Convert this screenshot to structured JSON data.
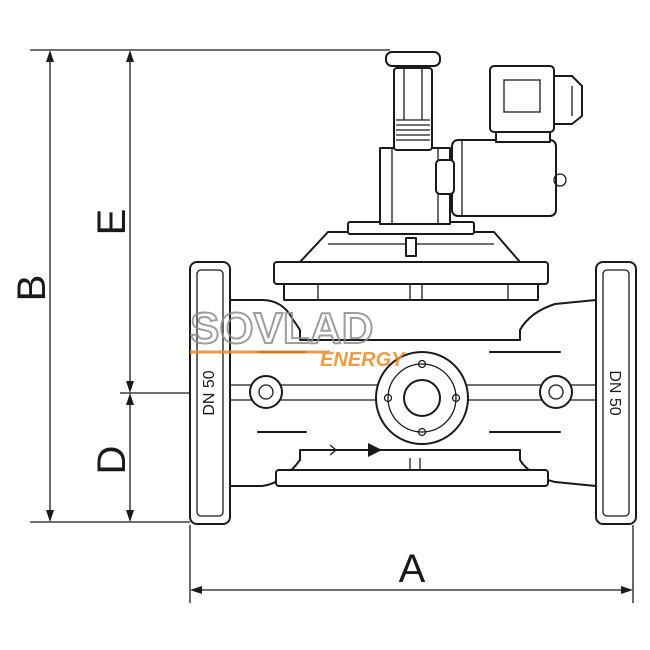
{
  "dimensions": {
    "A": "A",
    "B": "B",
    "D": "D",
    "E": "E"
  },
  "flange_marks": {
    "left": "DN 50",
    "right": "DN 50"
  },
  "watermark": {
    "brand": "SOVLAD",
    "sub": "ENERGY",
    "color": "#f08a24",
    "gray": "#8c8c8c"
  }
}
